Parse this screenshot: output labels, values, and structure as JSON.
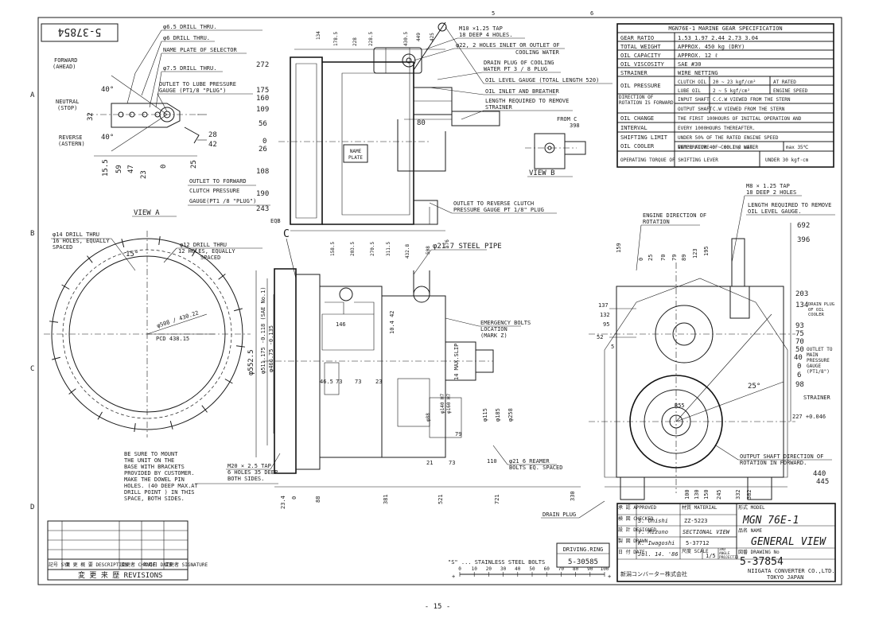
{
  "sheet": {
    "border_numbers": [
      "5",
      "6"
    ],
    "row_letters": [
      "A",
      "B",
      "C",
      "D"
    ],
    "page_number": "- 15 -",
    "rotated_drawing_no": "5-37854"
  },
  "view_a": {
    "title": "VIEW  A",
    "callouts": [
      "φ6.5 DRILL THRU.",
      "φ6 DRILL THRU.",
      "NAME PLATE OF SELECTOR",
      "φ7.5 DRILL THRU.",
      "OUTLET TO LUBE PRESSURE",
      "GAUGE (PT1/8 \"PLUG\")",
      "OUTLET TO FORWARD",
      "CLUTCH  PRESSURE",
      "GAUGE(PT1 /8 \"PLUG\")"
    ],
    "positions": [
      "FORWARD",
      "(AHEAD)",
      "NEUTRAL",
      "(STOP)",
      "REVERSE",
      "(ASTERN)"
    ],
    "angles": [
      "40°",
      "40°"
    ],
    "dims_v": [
      "28",
      "42",
      "32"
    ],
    "dims_h": [
      "15.5",
      "59",
      "47",
      "23",
      "0",
      "25"
    ]
  },
  "side_view": {
    "top_dims": [
      "134",
      "178.5",
      "228",
      "228.5",
      "430.5",
      "449",
      "425"
    ],
    "left_dims": [
      "272",
      "175",
      "160",
      "109",
      "56",
      "0",
      "26",
      "108",
      "190",
      "243"
    ],
    "bottom_dims": [
      "158.5",
      "203.5",
      "270.5",
      "311.5",
      "432.8",
      "508",
      "576"
    ],
    "name_plate": [
      "NAME",
      "PLATE"
    ],
    "inner_dim": "80",
    "callouts": [
      "M10 ×1.25 TAP",
      "18 DEEP 4 HOLES.",
      "φ22, 2 HOLES  INLET OR OUTLET OF",
      "COOLING WATER",
      "DRAIN PLUG OF COOLING",
      "WATER  PT 3 / 8  PLUG",
      "OIL LEVEL GAUGE (TOTAL LENGTH 520)",
      "OIL INLET AND BREATHER",
      "LENGTH REQUIRED TO REMOVE",
      "STRAINER",
      "OUTLET TO REVERSE CLUTCH",
      "PRESSURE  GAUGE PT 1/8\" PLUG"
    ]
  },
  "view_b": {
    "title": "VIEW  B",
    "from": "FROM C",
    "dim": "398"
  },
  "spec": {
    "title": "MGN76E-1  MARINE GEAR SPECIFICATION",
    "rows": [
      {
        "k": "GEAR RATIO",
        "v": "1.53   1.97   2.44   2.73   3.04"
      },
      {
        "k": "TOTAL WEIGHT",
        "v": "APPROX. 450 kg  (DRY)"
      },
      {
        "k": "OIL CAPACITY",
        "v": "APPROX.  12 ℓ"
      },
      {
        "k": "OIL VISCOSITY",
        "v": "SAE #30"
      },
      {
        "k": "STRAINER",
        "v": "WIRE NETTING"
      },
      {
        "k": "OIL PRESSURE",
        "sub": [
          {
            "k": "CLUTCH OIL",
            "v": "20 ~ 23 kgf/cm²",
            "n": "AT RATED"
          },
          {
            "k": "LUBE OIL",
            "v": "2 ~ 5 kgf/cm²",
            "n": "ENGINE SPEED"
          }
        ]
      },
      {
        "k": "DIRECTION OF ROTATION IS FORWARD",
        "sub": [
          {
            "k": "INPUT SHAFT",
            "v": "C.C.W VIEWED FROM THE STERN"
          },
          {
            "k": "OUTPUT SHAFT",
            "v": "C.W VIEWED FROM THE STERN"
          }
        ]
      },
      {
        "k": "OIL CHANGE",
        "v": "THE FIRST 100HOURS OF INITIAL  OPERATION AND"
      },
      {
        "k": "INTERVAL",
        "v": "EVERY 1000HOURS THEREAFTER."
      },
      {
        "k": "SHIFTING LIMIT",
        "v": "UNDER 50% OF THE RATED ENGINE SPEED"
      },
      {
        "k": "OIL COOLER",
        "sub": [
          {
            "k": "WATER FLOW 40 ~ 60 ℓ / min.",
            "v": ""
          },
          {
            "k": "TEMPERATURE OF COOLING WATER",
            "v": "max 35℃"
          }
        ]
      },
      {
        "k": "OPERATING TORQUE OF SHIFTING LEVER",
        "v": "UNDER 30 kgf·cm"
      }
    ]
  },
  "front_view": {
    "title": "φ14 DRILL THRU",
    "subtitle": "16 HOLES, EQUALLY SPACED",
    "pcd_inner": "φ508 / 430.22",
    "pcd": "PCD 438.15",
    "angle": "15°",
    "drill": [
      "φ12 DRILL THRU",
      "12 HOLES, EQUALLY",
      "SPACED"
    ]
  },
  "section_view": {
    "v_dims": [
      "φ552.5",
      "φ511.175 -0.118 (SAE No.1)",
      "φ466.75 -0.135"
    ],
    "h_dims": [
      "46.5",
      "73",
      "73",
      "23"
    ],
    "inner": [
      "146",
      "10.4 42"
    ],
    "bottom_dims": [
      "23.4",
      "0",
      "88",
      "381",
      "521",
      "721"
    ],
    "shaft": [
      "φ115",
      "φ185",
      "φ258",
      "φ160 H7",
      "φ140 H7",
      "φ88",
      "14 MAX.SLIP"
    ],
    "small": [
      "21",
      "73",
      "110",
      "79"
    ],
    "pipe": "φ21.7 STEEL PIPE",
    "emergency": [
      "EMERGENCY BOLTS",
      "LOCATION",
      "(MARK Z)"
    ],
    "tap": [
      "M20 × 2.5 TAP",
      "6 HOLES 35 DEEP",
      "BOTH SIDES."
    ],
    "reamer": [
      "φ21  6 REAMER",
      "BOLTS EQ. SPACED"
    ],
    "drain": "DRAIN PLUG",
    "note": [
      "BE SURE TO MOUNT",
      "THE UNIT ON THE",
      "BASE WITH BRACKETS",
      "PROVIDED BY CUSTOMER.",
      "MAKE THE DOWEL PIN",
      "HOLES. (40 DEEP MAX.AT",
      "DRILL POINT ) IN THIS",
      "SPACE,  BOTH SIDES."
    ],
    "c_mark": "C",
    "eqb": "EQB"
  },
  "end_view": {
    "top_callouts": [
      "M8 × 1.25 TAP",
      "18 DEEP 2 HOLES"
    ],
    "length": [
      "LENGTH REQUIRED TO REMOVE",
      "OIL LEVEL GAUGE."
    ],
    "engine_dir": [
      "ENGINE DIRECTION OF",
      "ROTATION"
    ],
    "output_dir": [
      "OUTPUT SHAFT DIRECTION OF",
      "ROTATION IN FORWARD."
    ],
    "top_dims": [
      "159",
      "0",
      "25",
      "70",
      "123",
      "79",
      "89",
      "195"
    ],
    "right_dims": [
      "692",
      "396",
      "203",
      "134",
      "93",
      "75",
      "70",
      "50",
      "40",
      "0",
      "6",
      "98",
      "227 +0.046"
    ],
    "right_labels": [
      "DRAIN PLUG OF OIL COOLER",
      "OUTLET TO MAIN PRESSURE GAUGE (PT1/8\")",
      "STRAINER"
    ],
    "left_dims": [
      "137",
      "132",
      "95",
      "52",
      "5"
    ],
    "angle": "25°",
    "bottom_dims": [
      "330",
      "100",
      "130",
      "150",
      "245",
      "332",
      "382"
    ],
    "low_dims": [
      "440",
      "445"
    ],
    "r_dim": "R55"
  },
  "revisions": {
    "cols": [
      "記号 SYM",
      "変 更 概 要 DESCRIPTION",
      "変更者 CHANGE",
      "年月日 DATE",
      "変更者 SIGNATURE"
    ],
    "footer": "変 更 来 歴 REVISIONS"
  },
  "title_block": {
    "approved_label": "承 認 APPROVED",
    "checked_label": "検 図 CHECKED",
    "designed_label": "設 計 DESIGNED",
    "drawn_label": "製 図 DRAWN",
    "date_label": "日 付 DATE",
    "checked": "S. Ohishi",
    "designed": "Y. Mizuno",
    "drawn": "K. Iwagoshi",
    "date": "Jul. 14. '86",
    "material_label": "材質 MATERIAL",
    "material": "ZZ-5223",
    "model_label": "形式 MODEL",
    "model": "MGN 76E-1",
    "view_type": "SECTIONAL  VIEW",
    "ref_no": "5-37712",
    "name_label": "品名 NAME",
    "name": "GENERAL  VIEW",
    "scale_label": "尺度 SCALE",
    "scale": "1/5",
    "projection_label": "3RD ANGLE PROJECTION",
    "drawing_no_label": "図番 DRAWING No",
    "drawing_no": "5-37854",
    "company_jp": "新潟コンバーター株式会社",
    "company": "NIIGATA CONVERTER CO.,LTD.",
    "company_city": "TOKYO  JAPAN"
  },
  "ref_box": {
    "label": "DRIVING.RING",
    "no": "5-30585",
    "bolts": "\"S\" ... STAINLESS STEEL BOLTS"
  },
  "scale_bar": {
    "ticks": [
      "0",
      "10",
      "20",
      "30",
      "40",
      "50",
      "60",
      "70",
      "80",
      "90",
      "100"
    ]
  }
}
